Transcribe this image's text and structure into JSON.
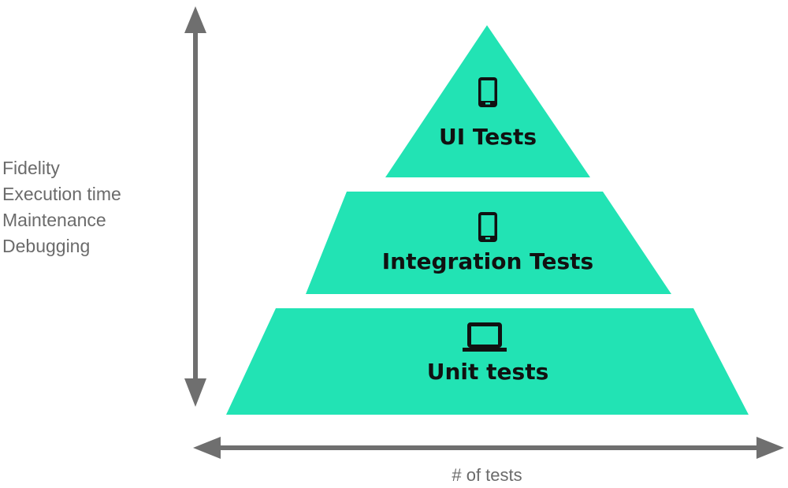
{
  "colors": {
    "tier_fill": "#22e3b4",
    "arrow": "#6f6f6f",
    "label_text": "#6b6b6b",
    "tier_text": "#111111"
  },
  "side_labels": [
    "Fidelity",
    "Execution time",
    "Maintenance",
    "Debugging"
  ],
  "x_axis_label": "# of tests",
  "tiers": [
    {
      "label": "UI Tests",
      "icon": "smartphone-icon"
    },
    {
      "label": "Integration Tests",
      "icon": "smartphone-icon"
    },
    {
      "label": "Unit tests",
      "icon": "laptop-icon"
    }
  ]
}
